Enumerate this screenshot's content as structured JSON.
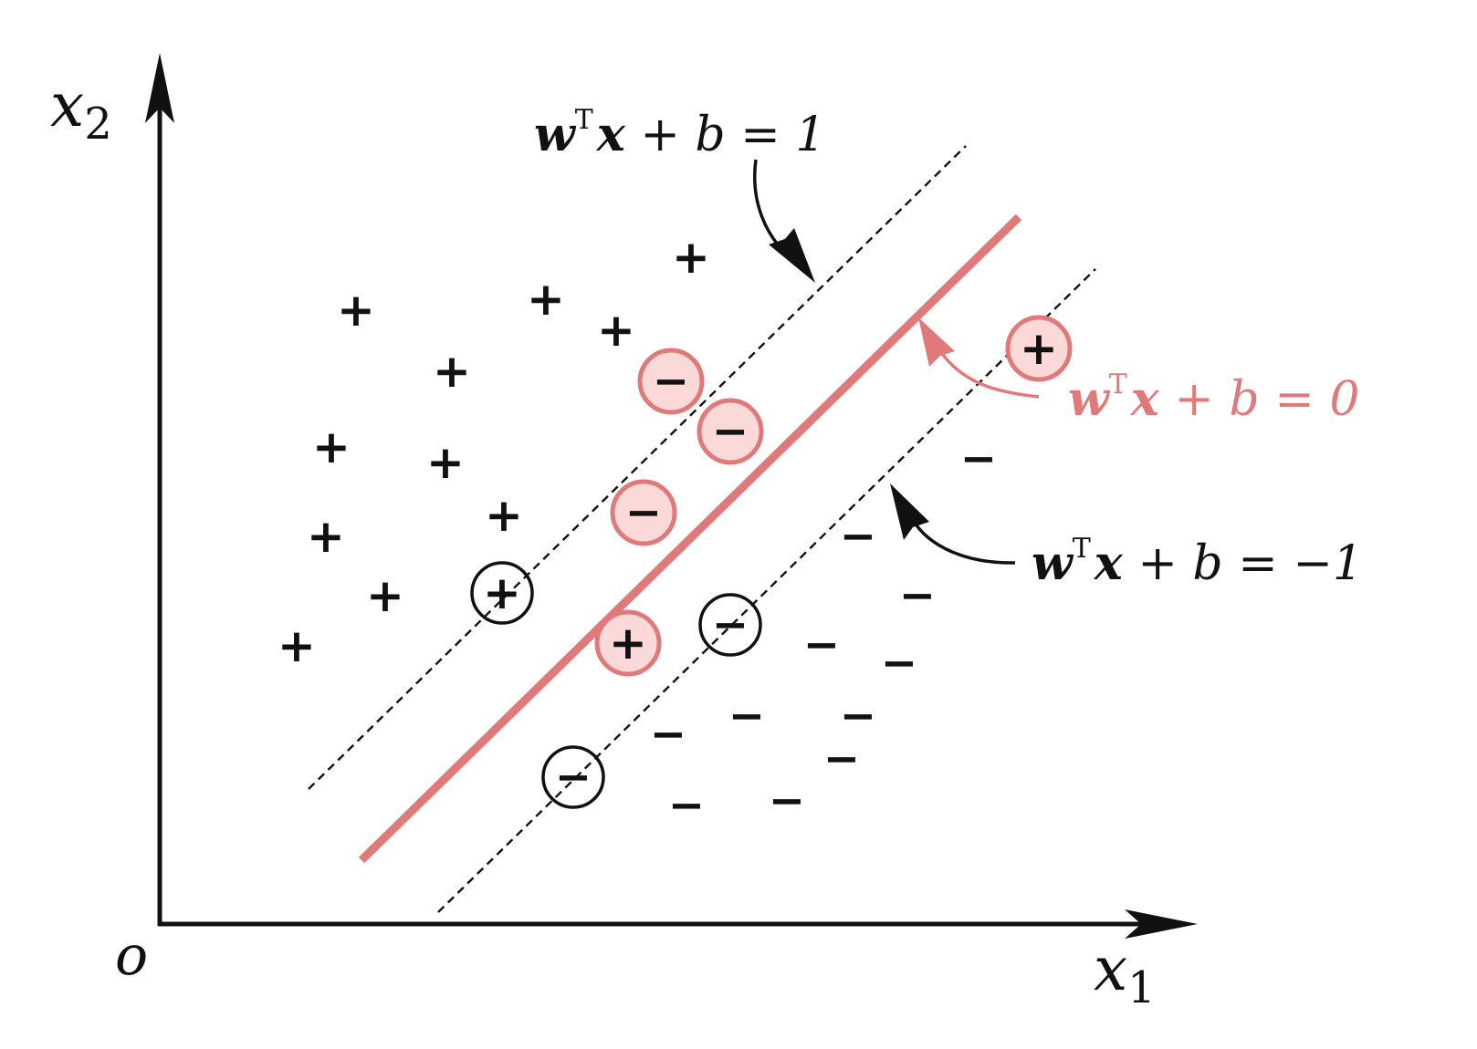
{
  "axes": {
    "origin_label": "o",
    "x_label": "x",
    "x_subscript": "1",
    "y_label": "x",
    "y_subscript": "2"
  },
  "labels": {
    "margin_positive": {
      "w": "w",
      "sup": "T",
      "x": "x",
      "rest": " + b = 1"
    },
    "hyperplane": {
      "w": "w",
      "sup": "T",
      "x": "x",
      "rest": " + b = 0"
    },
    "margin_negative": {
      "w": "w",
      "sup": "T",
      "x": "x",
      "rest": " + b = −1"
    }
  },
  "symbols": {
    "plus": "+",
    "minus": "−"
  },
  "colors": {
    "hyperplane": "#e07a7a",
    "misclassified_fill": "#fbd9d9",
    "ink": "#111111"
  }
}
